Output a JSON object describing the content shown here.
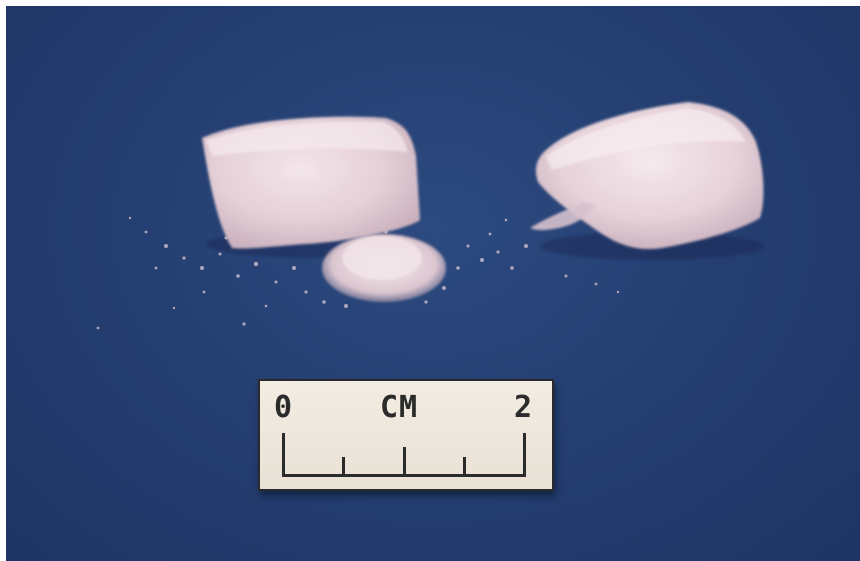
{
  "scale": {
    "start_label": "0",
    "unit_label": "CM",
    "end_label": "2",
    "tick_count": 5
  },
  "colors": {
    "background": "#253f72",
    "cube": "#e8d6dc",
    "card": "#efe8de",
    "ink": "#2b2b2b"
  }
}
